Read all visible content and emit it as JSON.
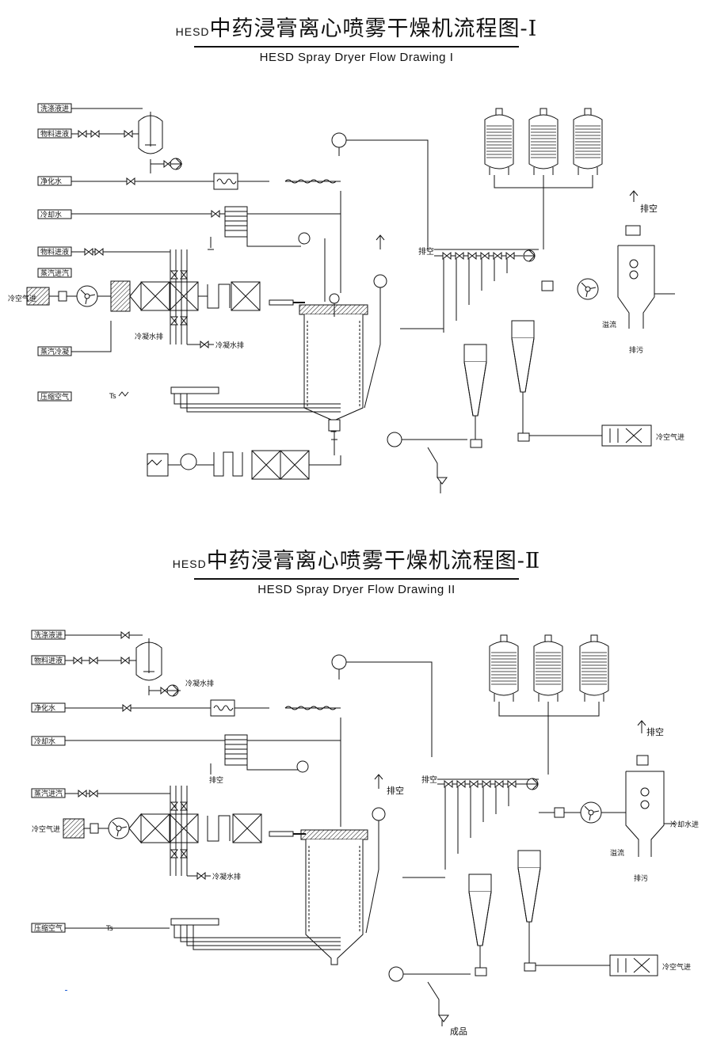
{
  "drawing1": {
    "title_prefix": "HESD",
    "title_cn": "中药浸膏离心喷雾干燥机流程图-Ⅰ",
    "title_en": "HESD Spray Dryer Flow Drawing I",
    "labels": {
      "left_in_1": "洗涤液进",
      "left_in_2": "物料进液",
      "left_in_3": "净化水",
      "left_in_4": "冷却水",
      "left_in_5": "物料进液",
      "left_in_6": "蒸汽进汽",
      "left_in_7": "冷空气进",
      "left_in_8": "蒸汽冷凝",
      "left_in_9": "压缩空气",
      "condensate_1": "冷凝水排",
      "condensate_2": "冷凝水排",
      "vent_top": "排空",
      "vent_mid": "排空",
      "drain": "排污",
      "overflow": "溢流",
      "cold_air_in": "冷空气进"
    }
  },
  "drawing2": {
    "title_prefix": "HESD",
    "title_cn": "中药浸膏离心喷雾干燥机流程图-Ⅱ",
    "title_en": "HESD Spray Dryer Flow Drawing II",
    "labels": {
      "left_in_1": "洗涤液进",
      "left_in_2": "物料进液",
      "left_in_3": "净化水",
      "left_in_4": "冷却水",
      "left_in_5": "蒸汽进汽",
      "left_in_6": "冷空气进",
      "left_in_7": "压缩空气",
      "condensate_1": "冷凝水排",
      "condensate_2": "冷凝水排",
      "vent_top": "排空",
      "vent_mid": "排空",
      "vent_left": "排空",
      "drain": "排污",
      "overflow": "溢流",
      "cooling_in": "冷却水进",
      "cold_air_in": "冷空气进",
      "product": "成品"
    }
  }
}
